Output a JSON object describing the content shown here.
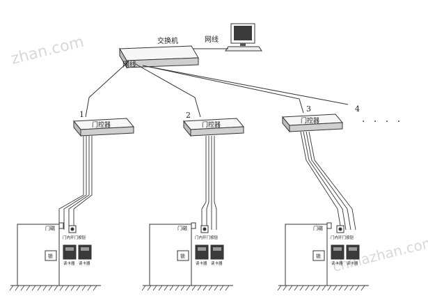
{
  "network": {
    "switch_label": "交换机",
    "cable_label_top": "网线",
    "cable_label_left": "网线"
  },
  "controllers": [
    {
      "number": "1",
      "label": "门控器"
    },
    {
      "number": "2",
      "label": "门控器"
    },
    {
      "number": "3",
      "label": "门控器"
    }
  ],
  "extra_controller_number": "4",
  "continuation": "· · · ·",
  "door_unit": {
    "magnet_label": "门磁",
    "lock_label": "锁",
    "exit_button_label": "门内开门按钮",
    "reader_label": "读卡器"
  },
  "watermarks": [
    "zhan.com",
    "chinazhan.com"
  ],
  "colors": {
    "line": "#333333",
    "device_top": "#f7f7f7",
    "device_side": "#cfcfcf"
  }
}
